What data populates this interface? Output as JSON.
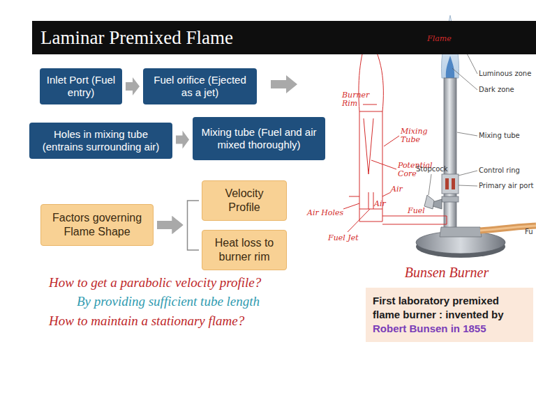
{
  "diagram": {
    "title": "Laminar Premixed Flame",
    "caption": "Bunsen Burner",
    "nodes": [
      {
        "text": [
          "Inlet Port (Fuel entry)"
        ]
      },
      {
        "text": [
          "Fuel orifice (Ejected as a jet)"
        ]
      },
      {
        "text": [
          "Holes in mixing tube (entrains surrounding air)"
        ]
      },
      {
        "text": [
          "Mixing tube (Fuel and air mixed thoroughly)"
        ]
      },
      {
        "text": [
          "Factors governing Flame Shape"
        ]
      },
      {
        "text": [
          "Velocity Profile"
        ]
      },
      {
        "text": [
          "Heat loss to burner rim"
        ]
      },
      {
        "text": [
          "First laboratory premixed flame burner : invented by",
          "Robert Bunsen in 1855"
        ]
      }
    ],
    "edges": [
      {
        "from": 0,
        "to": 1,
        "arrow": "to"
      },
      {
        "from": 2,
        "to": 3,
        "arrow": "to"
      },
      {
        "from": 4,
        "to": 5,
        "arrow": "to"
      },
      {
        "from": 4,
        "to": 6,
        "arrow": "to"
      }
    ],
    "labels": [
      "Flame",
      "Burner Rim",
      "Mixing Tube",
      "Potential Core",
      "Air",
      "Air",
      "Air Holes",
      "Fuel Jet",
      "Fuel",
      "Luminous zone",
      "Dark zone",
      "Mixing tube",
      "Control ring",
      "Primary air port",
      "Stopcock",
      "Fu",
      "How to get a parabolic velocity profile?",
      "By providing sufficient tube length",
      "How to maintain a stationary flame?"
    ]
  }
}
